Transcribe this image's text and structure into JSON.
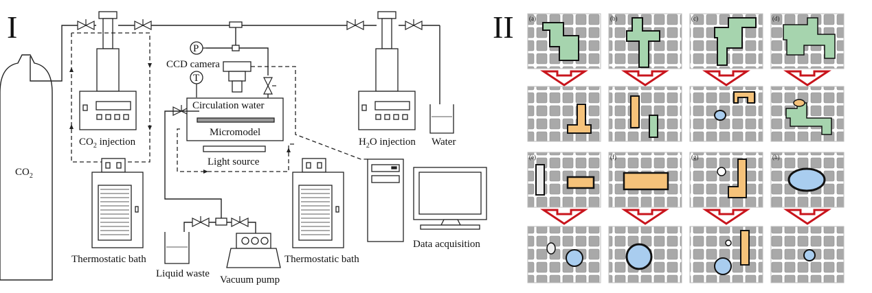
{
  "figure": {
    "part_one_label": "I",
    "part_two_label": "II",
    "colors": {
      "co2_phase": "#a6d4ae",
      "oil_phase": "#f5c27a",
      "water_phase": "#a9cdef",
      "grain": "#a9a9a9",
      "arrow": "#c8141c"
    }
  },
  "schematic": {
    "co2_tank": "CO",
    "co2_tank_sub": "2",
    "co2_injection": "CO",
    "co2_injection_sub": "2",
    "co2_injection_rest": " injection",
    "h2o_injection": "H",
    "h2o_injection_sub": "2",
    "h2o_injection_rest": "O injection",
    "water": "Water",
    "ccd_camera": "CCD camera",
    "circulation_water": "Circulation water",
    "micromodel": "Micromodel",
    "light_source": "Light source",
    "thermostatic_bath_left": "Thermostatic bath",
    "thermostatic_bath_right": "Thermostatic bath",
    "liquid_waste": "Liquid waste",
    "vacuum_pump": "Vacuum pump",
    "data_acquisition": "Data acquisition",
    "pressure_gauge": "P",
    "temperature_gauge": "T"
  },
  "panels": [
    {
      "label": "(a)",
      "before": "co2",
      "after": "oil"
    },
    {
      "label": "(b)",
      "before": "co2",
      "after": "oil"
    },
    {
      "label": "(c)",
      "before": "co2",
      "after": "oil+water"
    },
    {
      "label": "(d)",
      "before": "co2",
      "after": "co2+oil"
    },
    {
      "label": "(e)",
      "before": "oil",
      "after": "water"
    },
    {
      "label": "(f)",
      "before": "oil",
      "after": "water"
    },
    {
      "label": "(g)",
      "before": "oil",
      "after": "oil+water"
    },
    {
      "label": "(h)",
      "before": "water",
      "after": "water"
    }
  ]
}
